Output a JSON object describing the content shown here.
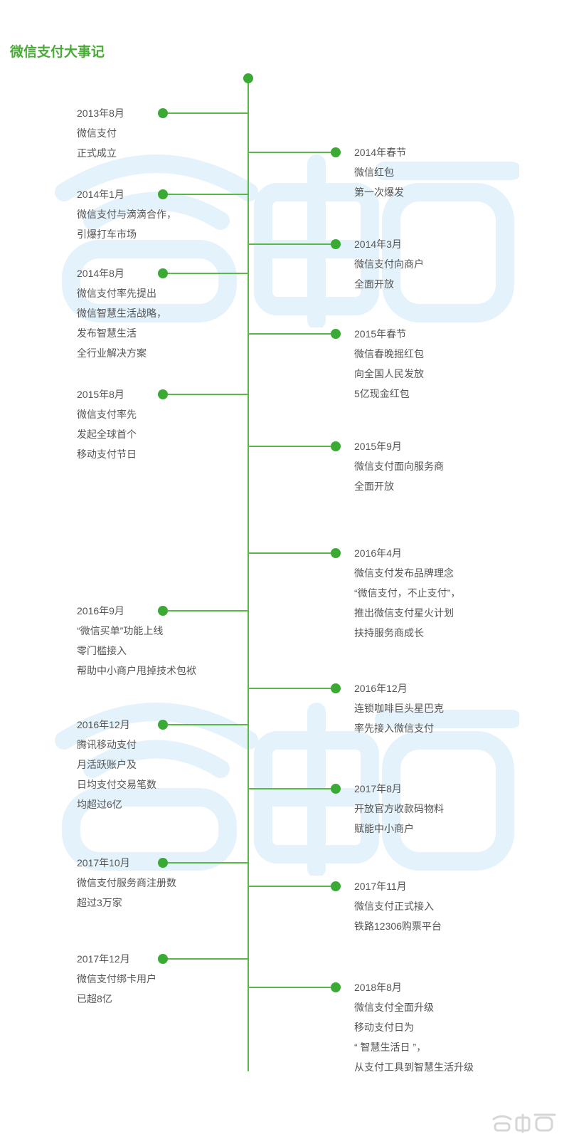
{
  "title": "微信支付大事记",
  "colors": {
    "accent": "#3aaa35",
    "line": "#5ab848",
    "watermark": "#e4f3fb",
    "text": "#555555"
  },
  "events": [
    {
      "side": "left",
      "date": "2013年8月",
      "lines": [
        "微信支付",
        "正式成立"
      ]
    },
    {
      "side": "right",
      "date": "2014年春节",
      "lines": [
        "微信红包",
        "第一次爆发"
      ]
    },
    {
      "side": "left",
      "date": "2014年1月",
      "lines": [
        "微信支付与滴滴合作，",
        "引爆打车市场"
      ]
    },
    {
      "side": "right",
      "date": "2014年3月",
      "lines": [
        "微信支付向商户",
        "全面开放"
      ]
    },
    {
      "side": "left",
      "date": "2014年8月",
      "lines": [
        "微信支付率先提出",
        "微信智慧生活战略，",
        "发布智慧生活",
        "全行业解决方案"
      ]
    },
    {
      "side": "right",
      "date": "2015年春节",
      "lines": [
        "微信春晚摇红包",
        "向全国人民发放",
        "5亿现金红包"
      ]
    },
    {
      "side": "left",
      "date": "2015年8月",
      "lines": [
        "微信支付率先",
        "发起全球首个",
        "移动支付节日"
      ]
    },
    {
      "side": "right",
      "date": "2015年9月",
      "lines": [
        "微信支付面向服务商",
        "全面开放"
      ]
    },
    {
      "side": "right",
      "date": "2016年4月",
      "lines": [
        "微信支付发布品牌理念",
        "“微信支付，不止支付”，",
        "推出微信支付星火计划",
        "扶持服务商成长"
      ]
    },
    {
      "side": "left",
      "date": "2016年9月",
      "lines": [
        "“微信买单”功能上线",
        "零门槛接入",
        "帮助中小商户甩掉技术包袱"
      ]
    },
    {
      "side": "right",
      "date": "2016年12月",
      "lines": [
        "连锁咖啡巨头星巴克",
        "率先接入微信支付"
      ]
    },
    {
      "side": "left",
      "date": "2016年12月",
      "lines": [
        "腾讯移动支付",
        "月活跃账户及",
        "日均支付交易笔数",
        "均超过6亿"
      ]
    },
    {
      "side": "right",
      "date": "2017年8月",
      "lines": [
        "开放官方收款码物料",
        "赋能中小商户"
      ]
    },
    {
      "side": "left",
      "date": "2017年10月",
      "lines": [
        "微信支付服务商注册数",
        "超过3万家"
      ]
    },
    {
      "side": "right",
      "date": "2017年11月",
      "lines": [
        "微信支付正式接入",
        "铁路12306购票平台"
      ]
    },
    {
      "side": "left",
      "date": "2017年12月",
      "lines": [
        "微信支付绑卡用户",
        "已超8亿"
      ]
    },
    {
      "side": "right",
      "date": "2018年8月",
      "lines": [
        "微信支付全面升级",
        "移动支付日为",
        "“ 智慧生活日 ”，",
        "从支付工具到智慧生活升级"
      ]
    }
  ],
  "watermark_icon": "wifi-logo-watermark",
  "footer_icon": "brand-logo-icon"
}
